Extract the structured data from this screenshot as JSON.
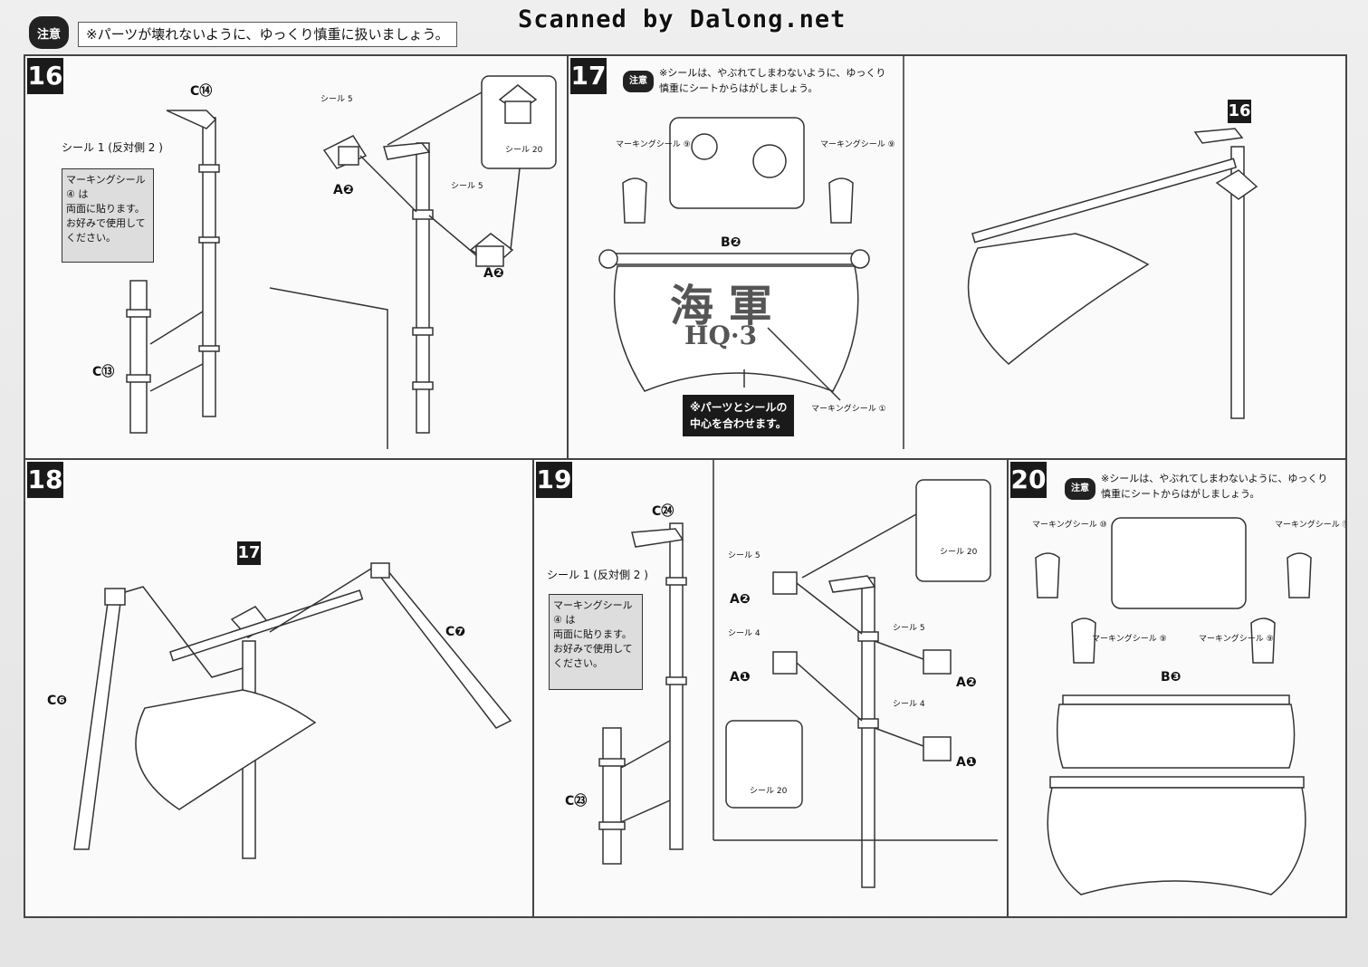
{
  "header": {
    "caution_badge": "注意",
    "caution_text": "※パーツが壊れないように、ゆっくり慎重に扱いましょう。",
    "watermark": "Scanned by Dalong.net"
  },
  "steps": {
    "s16": {
      "number": "16",
      "labels": {
        "c14": "C⑭",
        "c13": "C⑬",
        "a2_top": "A❷",
        "a2_bottom": "A❷"
      },
      "seal_line": "シール 1 (反対側 2 )",
      "info_box": [
        "マーキングシール",
        "④ は",
        "両面に貼ります。",
        "お好みで使用してください。"
      ],
      "seal5_a": "シール 5",
      "seal5_b": "シール 5",
      "callout_seal": "シール 20"
    },
    "s17": {
      "number": "17",
      "caution_badge": "注意",
      "caution_text": [
        "※シールは、やぶれてしまわないように、ゆっくり",
        "慎重にシートからはがしましょう。"
      ],
      "seal_left": "マーキングシール ⑨",
      "seal_right": "マーキングシール ⑨",
      "part_label": "B❷",
      "flag_kanji": "海 軍",
      "flag_sub": "HQ·3",
      "center_note": [
        "※パーツとシールの",
        "中心を合わせます。"
      ],
      "marking_bottom": "マーキングシール ①",
      "ref_step": "16"
    },
    "s18": {
      "number": "18",
      "ref_step": "17",
      "labels": {
        "c6": "C❻",
        "c7": "C❼"
      }
    },
    "s19": {
      "number": "19",
      "labels": {
        "c24": "C㉔",
        "c23": "C㉓",
        "a2_left": "A❷",
        "a1_left": "A❶",
        "a2_right": "A❷",
        "a1_right": "A❶"
      },
      "seal_line": "シール 1 (反対側 2 )",
      "info_box": [
        "マーキングシール",
        "④ は",
        "両面に貼ります。",
        "お好みで使用してください。"
      ],
      "seal5_left": "シール 5",
      "seal4_left": "シール 4",
      "seal5_right": "シール 5",
      "seal4_right": "シール 4",
      "callout_top": "シール 20",
      "callout_bottom": "シール 20"
    },
    "s20": {
      "number": "20",
      "caution_badge": "注意",
      "caution_text": [
        "※シールは、やぶれてしまわないように、ゆっくり",
        "慎重にシートからはがしましょう。"
      ],
      "seal_10": "マーキングシール ⑩",
      "seal_11": "マーキングシール ⑪",
      "seal_9_left": "マーキングシール ⑨",
      "seal_9_right": "マーキングシール ⑨",
      "part_label": "B❸"
    }
  }
}
